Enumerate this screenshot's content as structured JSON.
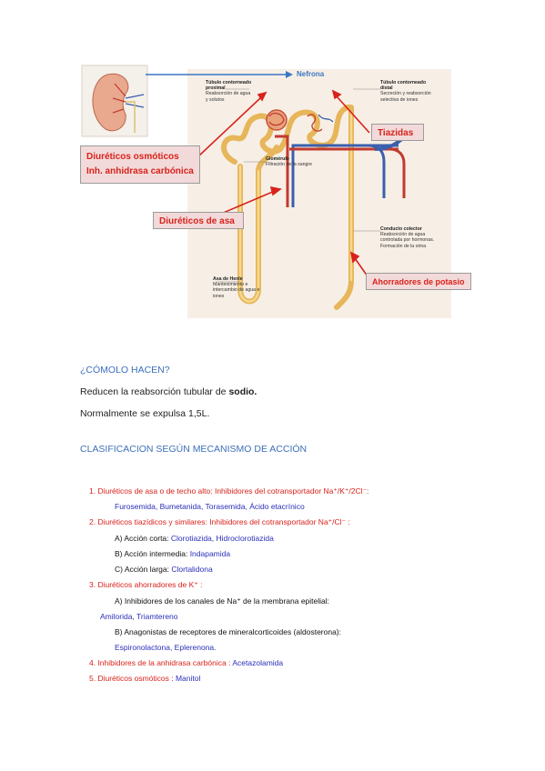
{
  "figure": {
    "nefrona_label": "Nefrona",
    "boxes": {
      "osmoticos_line1": "Diuréticos osmóticos",
      "osmoticos_line2": "Inh. anhidrasa carbónica",
      "tiazidas": "Tiazidas",
      "asa": "Diuréticos de asa",
      "potasio": "Ahorradores de potasio"
    },
    "annotations": {
      "proximal_title": "Túbulo contorneado proximal",
      "proximal_desc": "Reabsorción de agua y solutos",
      "distal_title": "Túbulo contorneado distal",
      "distal_desc": "Secreción y reabsorción selectiva de iones",
      "glomerulo_title": "Glomérulo",
      "glomerulo_desc": "Filtración de la sangre",
      "colector_title": "Conducto colector",
      "colector_desc": "Reabsorción de agua controlada por hormonas. Formación de la orina",
      "henle_title": "Asa de Henle",
      "henle_desc": "Mantenimiento e intercambio de agua e iones"
    }
  },
  "how": {
    "title": "¿CÓMOLO HACEN?",
    "line1_prefix": "Reducen la reabsorción tubular de ",
    "line1_bold": "sodio.",
    "line2": "Normalmente se expulsa 1,5L."
  },
  "classification": {
    "title": "CLASIFICACION SEGÚN MECANISMO DE ACCIÓN",
    "item1_head": "1. Diuréticos de asa o de techo alto: Inhibidores del cotransportador Na⁺/K⁺/2Cl⁻:",
    "item1_drugs": "Furosemida, Bumetanida, Torasemida, Ácido etacrínico",
    "item2_head": "2. Diuréticos tiazídicos y similares: Inhibidores del cotransportador Na⁺/Cl⁻ :",
    "item2_a_label": "A) Acción corta: ",
    "item2_a_drugs": "Clorotiazida, Hidroclorotiazida",
    "item2_b_label": "B) Acción intermedia: ",
    "item2_b_drugs": "Indapamida",
    "item2_c_label": "C) Acción larga: ",
    "item2_c_drugs": "Clortalidona",
    "item3_head": "3. Diuréticos ahorradores de K⁺ :",
    "item3_a_label": "A) Inhibidores de los canales de Na⁺ de la membrana epitelial:",
    "item3_a_drugs": "Amilorida, Triamtereno",
    "item3_b_label": "B) Anagonistas de receptores de mineralcorticoides (aldosterona):",
    "item3_b_drugs": "Espironolactona, Eplerenona.",
    "item4_head": "4. Inhibidores de la anhidrasa carbónica : ",
    "item4_drugs": "Acetazolamida",
    "item5_head": "5. Diuréticos osmóticos : ",
    "item5_drugs": "Manitol"
  }
}
